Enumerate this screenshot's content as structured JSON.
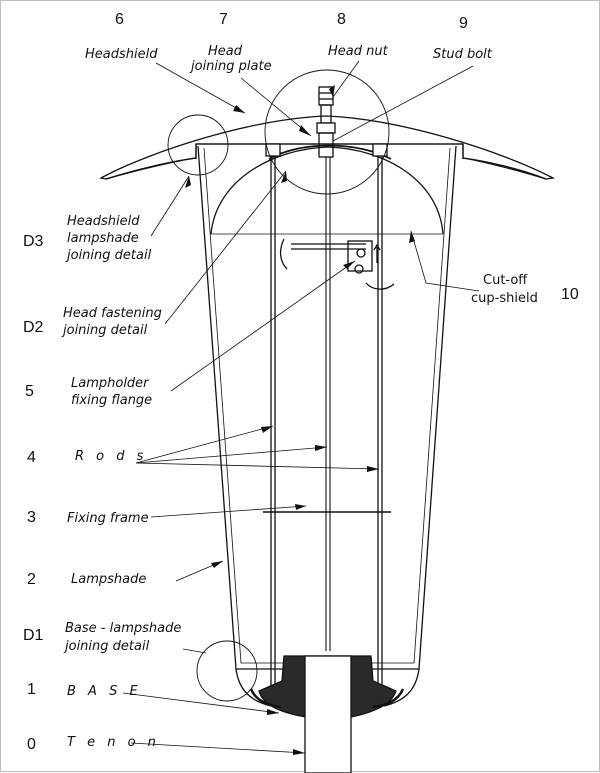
{
  "numbers": {
    "n6": "6",
    "n7": "7",
    "n8": "8",
    "n9": "9",
    "n10": "10",
    "d3": "D3",
    "d2": "D2",
    "n5": "5",
    "n4": "4",
    "n3": "3",
    "n2": "2",
    "d1": "D1",
    "n1": "1",
    "n0": "0"
  },
  "labels": {
    "headshield": "Headshield",
    "head_joining_plate_1": "Head",
    "head_joining_plate_2": "joining plate",
    "head_nut": "Head nut",
    "stud_bolt": "Stud bolt",
    "headshield_detail_1": "Headshield",
    "headshield_detail_2": "lampshade",
    "headshield_detail_3": "joining detail",
    "head_fastening_1": "Head fastening",
    "head_fastening_2": "joining detail",
    "lampholder_1": "Lampholder",
    "lampholder_2": "fixing flange",
    "rods": "R o d s",
    "fixing_frame": "Fixing frame",
    "lampshade": "Lampshade",
    "base_detail_1": "Base - lampshade",
    "base_detail_2": "joining detail",
    "base": "B A S E",
    "tenon": "T e n o n",
    "cutoff_1": "Cut-off",
    "cutoff_2": "cup-shield"
  },
  "colors": {
    "ink": "#111111",
    "dark_part": "#2a2a2a"
  }
}
